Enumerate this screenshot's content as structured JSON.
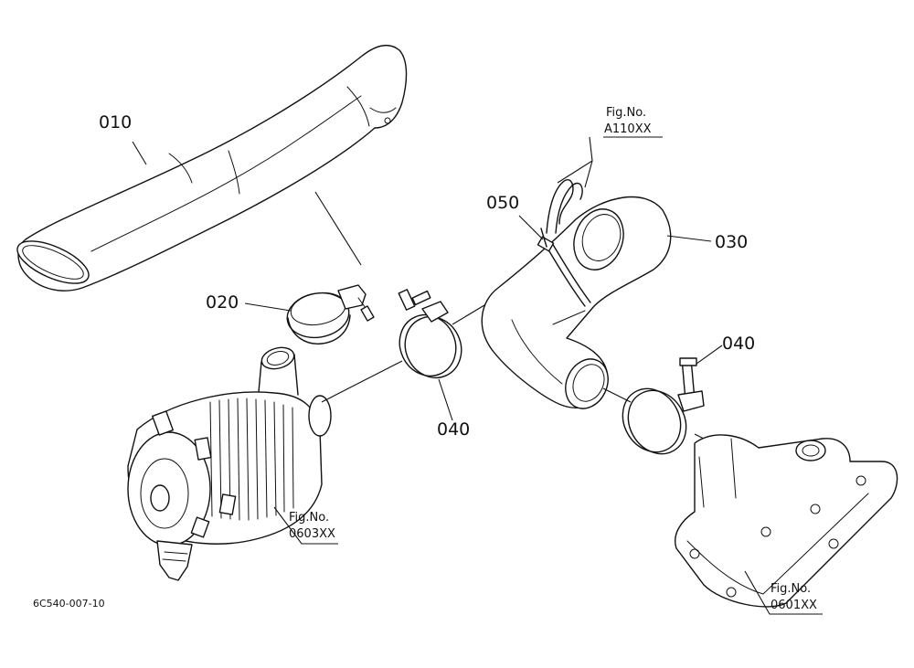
{
  "diagram": {
    "part_labels": {
      "p010": "010",
      "p020": "020",
      "p030": "030",
      "p040_left": "040",
      "p040_right": "040",
      "p050": "050"
    },
    "fig_refs": {
      "a110": {
        "title": "Fig.No.",
        "number": "A110XX"
      },
      "f0603": {
        "title": "Fig.No.",
        "number": "0603XX"
      },
      "f0601": {
        "title": "Fig.No.",
        "number": "0601XX"
      }
    },
    "footer_code": "6C540-007-10"
  }
}
